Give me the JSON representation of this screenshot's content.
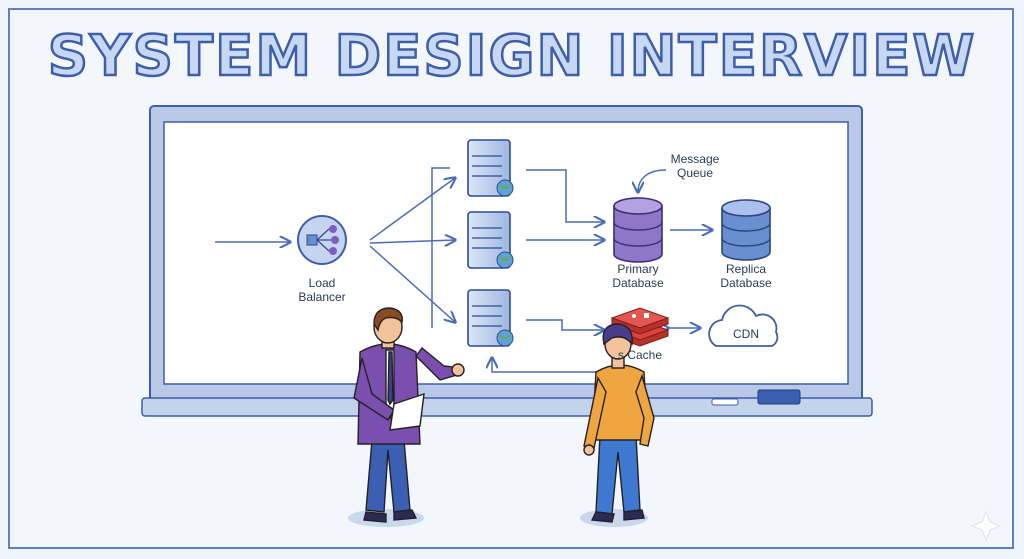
{
  "title": "SYSTEM DESIGN INTERVIEW",
  "diagram": {
    "load_balancer": {
      "line1": "Load",
      "line2": "Balancer"
    },
    "message_queue": {
      "line1": "Message",
      "line2": "Queue"
    },
    "primary_db": {
      "line1": "Primary",
      "line2": "Database"
    },
    "replica_db": {
      "line1": "Replica",
      "line2": "Database"
    },
    "cache": "s Cache",
    "cdn": "CDN"
  },
  "colors": {
    "accent": "#3d5ea8",
    "db_purple": "#8e77c7",
    "db_blue": "#6a8fd0",
    "cache_red": "#d9433c",
    "presenter_suit": "#7a4fb0",
    "listener_shirt": "#f0a640"
  }
}
